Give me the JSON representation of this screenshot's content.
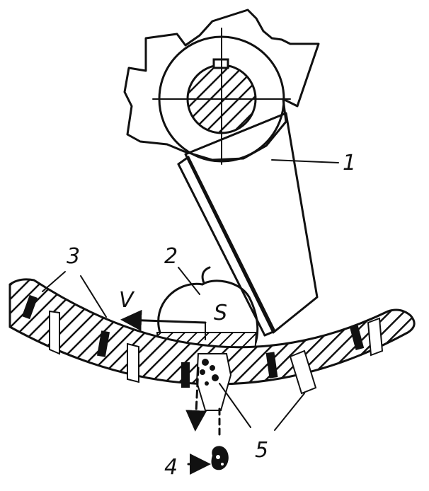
{
  "diagram": {
    "labels": {
      "part1": "1",
      "part2": "2",
      "part3": "3",
      "part4": "4",
      "part5": "5",
      "velocity": "V",
      "point": "S"
    },
    "colors": {
      "ink": "#111111",
      "paper": "#ffffff"
    }
  }
}
